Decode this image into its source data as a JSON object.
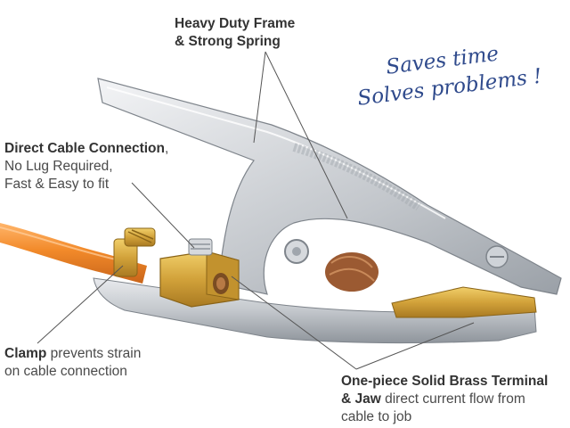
{
  "callouts": {
    "frame": {
      "line1": "Heavy Duty Frame",
      "line2": "& Strong Spring"
    },
    "cable": {
      "bold": "Direct Cable Connection",
      "after_bold": ",",
      "line2": "No Lug Required,",
      "line3": "Fast & Easy to fit"
    },
    "clamp": {
      "bold": "Clamp",
      "rest": " prevents strain",
      "line2": "on cable connection"
    },
    "brass": {
      "bold": "One-piece Solid Brass Terminal",
      "line2_bold": "& Jaw",
      "line2_rest": " direct current flow from",
      "line3": "cable to job"
    }
  },
  "handwriting": {
    "line1": "Saves time",
    "line2": "Solves problems !"
  },
  "colors": {
    "steel": "#c9ccd1",
    "steel_dark": "#8e949b",
    "brass": "#d2a23a",
    "cable": "#f28a2a",
    "copper": "#9b5a32",
    "ink": "#2f4a8c",
    "leader": "#555555"
  },
  "icons": [
    "earth-clamp-illustration",
    "brass-terminal",
    "hose-clip",
    "orange-cable",
    "screw-head"
  ]
}
